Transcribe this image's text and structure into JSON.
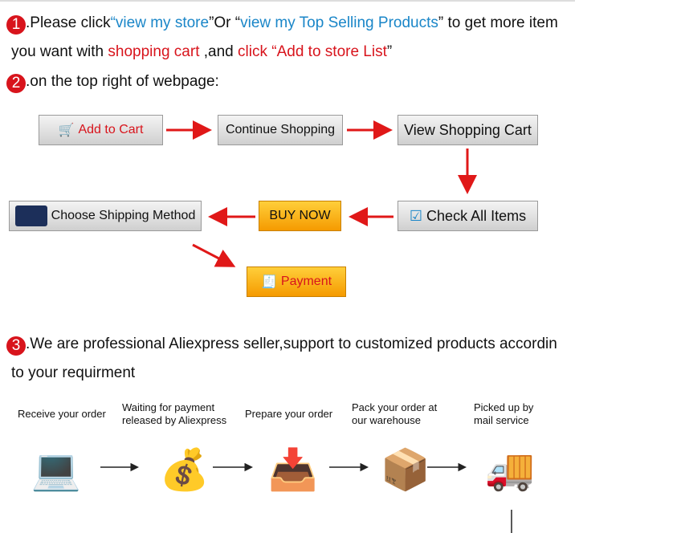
{
  "section1": {
    "num": "1",
    "t1": ".Please click",
    "l1": "“view my store",
    "t2": "”Or “",
    "l2": "view my Top Selling Products",
    "t3": "” to get more item",
    "t4": "you want with ",
    "r1": "shopping cart",
    "t5": " ,and ",
    "r2": "click “Add to store List",
    "t6": "”"
  },
  "section2": {
    "num": "2",
    "text": ".on the top right of webpage:"
  },
  "flow": {
    "add_to_cart": "Add to Cart",
    "continue_shopping": "Continue Shopping",
    "view_cart": "View Shopping Cart",
    "check_items": "Check All Items",
    "buy_now": "BUY NOW",
    "shipping": "Choose Shipping Method",
    "payment": "Payment"
  },
  "section3": {
    "num": "3",
    "line1": ".We are professional Aliexpress seller,support to customized products accordin",
    "line2": "to your requirment"
  },
  "steps": [
    {
      "label": "Receive your order"
    },
    {
      "label": "Waiting for payment released by Aliexpress"
    },
    {
      "label": "Prepare your order"
    },
    {
      "label": "Pack your order at our warehouse"
    },
    {
      "label": "Picked up by mail service"
    }
  ],
  "colors": {
    "accent_red": "#d8141c",
    "link_blue": "#1a86c8",
    "orange": "#f59a00"
  }
}
